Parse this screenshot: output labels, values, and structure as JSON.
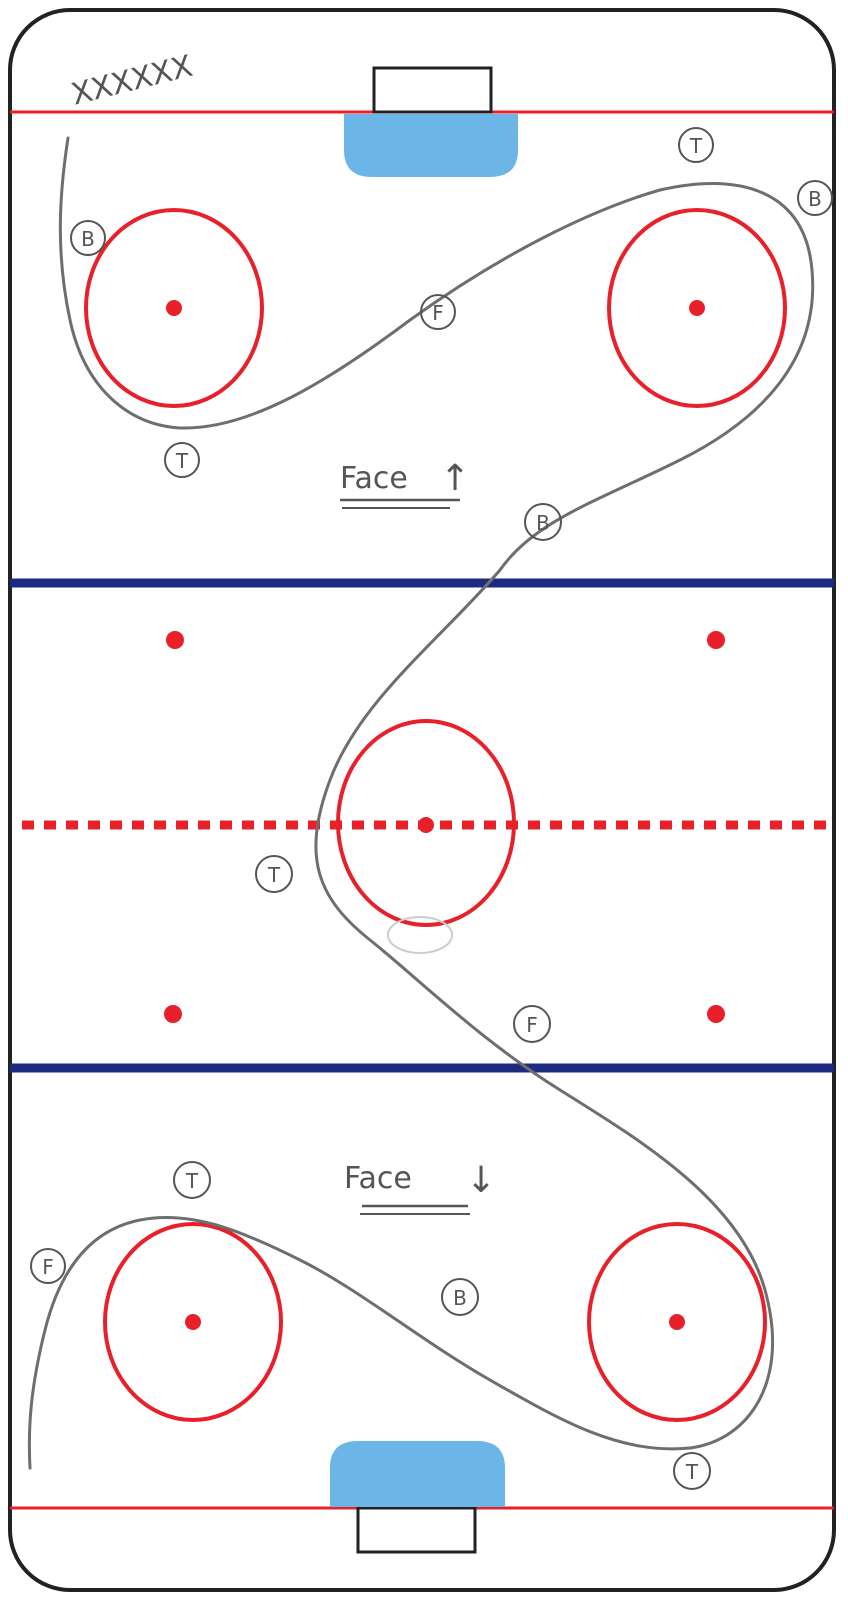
{
  "drill": {
    "players_marks": "XXXXXX",
    "face_up_label": "Face",
    "face_down_label": "Face",
    "arrow_up": "↑",
    "arrow_down": "↓"
  },
  "markers": [
    {
      "id": "t-top-right",
      "letter": "T"
    },
    {
      "id": "b-top-right",
      "letter": "B"
    },
    {
      "id": "b-top-left",
      "letter": "B"
    },
    {
      "id": "f-upper-mid",
      "letter": "F"
    },
    {
      "id": "t-upper-left",
      "letter": "T"
    },
    {
      "id": "b-mid-right",
      "letter": "B"
    },
    {
      "id": "t-center-left",
      "letter": "T"
    },
    {
      "id": "f-lower-mid",
      "letter": "F"
    },
    {
      "id": "t-lower-left",
      "letter": "T"
    },
    {
      "id": "f-lower-left",
      "letter": "F"
    },
    {
      "id": "b-lower-mid",
      "letter": "B"
    },
    {
      "id": "t-bottom-right",
      "letter": "T"
    }
  ],
  "colors": {
    "boards": "#222222",
    "red_line": "#e8202a",
    "blue_line": "#1c2a80",
    "crease": "#6bb6e6",
    "pencil": "#6e6e6e"
  }
}
